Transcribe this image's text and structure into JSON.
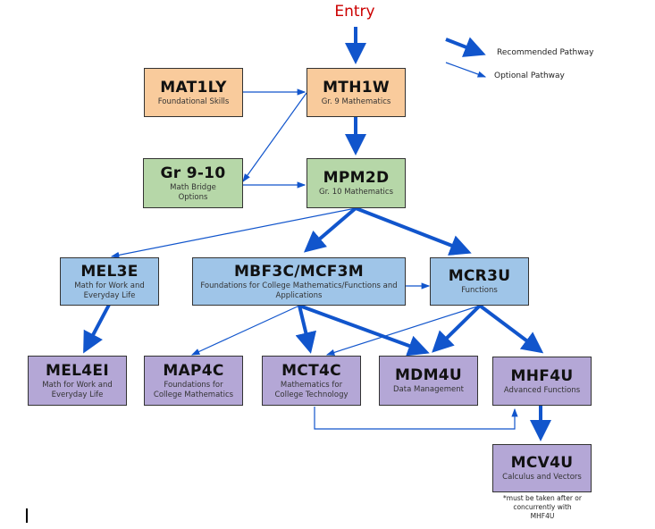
{
  "entry_label": "Entry",
  "colors": {
    "arrow": "#1155cc",
    "entry_text": "#cc0000",
    "grade9_fill": "#f9cb9c",
    "bridge_fill": "#b6d7a8",
    "grade11_fill": "#9fc5e8",
    "grade12_fill": "#b4a7d6"
  },
  "legend": {
    "recommended": "Recommended Pathway",
    "optional": "Optional Pathway"
  },
  "courses": {
    "mat1ly": {
      "code": "MAT1LY",
      "name": "Foundational Skills"
    },
    "mth1w": {
      "code": "MTH1W",
      "name": "Gr. 9 Mathematics"
    },
    "gr910": {
      "code": "Gr 9-10",
      "name_line1": "Math Bridge",
      "name_line2": "Options"
    },
    "mpm2d": {
      "code": "MPM2D",
      "name": "Gr. 10 Mathematics"
    },
    "mel3e": {
      "code": "MEL3E",
      "name_line1": "Math for Work and",
      "name_line2": "Everyday Life"
    },
    "mbf3c": {
      "code": "MBF3C/MCF3M",
      "name_line1": "Foundations for College Mathematics/Functions and",
      "name_line2": "Applications"
    },
    "mcr3u": {
      "code": "MCR3U",
      "name": "Functions"
    },
    "mel4ei": {
      "code": "MEL4EI",
      "name_line1": "Math for Work and",
      "name_line2": "Everyday Life"
    },
    "map4c": {
      "code": "MAP4C",
      "name_line1": "Foundations for",
      "name_line2": "College Mathematics"
    },
    "mct4c": {
      "code": "MCT4C",
      "name_line1": "Mathematics for",
      "name_line2": "College Technology"
    },
    "mdm4u": {
      "code": "MDM4U",
      "name": "Data Management"
    },
    "mhf4u": {
      "code": "MHF4U",
      "name": "Advanced Functions"
    },
    "mcv4u": {
      "code": "MCV4U",
      "name": "Calculus and Vectors"
    }
  },
  "note": {
    "line1": "*must be taken after or",
    "line2": "concurrently with",
    "line3": "MHF4U"
  },
  "pathways": [
    {
      "from": "entry",
      "to": "mth1w",
      "type": "recommended"
    },
    {
      "from": "mat1ly",
      "to": "mth1w",
      "type": "optional"
    },
    {
      "from": "mth1w",
      "to": "gr910",
      "type": "optional"
    },
    {
      "from": "mth1w",
      "to": "mpm2d",
      "type": "recommended"
    },
    {
      "from": "gr910",
      "to": "mpm2d",
      "type": "optional"
    },
    {
      "from": "mpm2d",
      "to": "mel3e",
      "type": "optional"
    },
    {
      "from": "mpm2d",
      "to": "mbf3c",
      "type": "recommended"
    },
    {
      "from": "mpm2d",
      "to": "mcr3u",
      "type": "recommended"
    },
    {
      "from": "mbf3c",
      "to": "mcr3u",
      "type": "optional"
    },
    {
      "from": "mel3e",
      "to": "mel4ei",
      "type": "recommended"
    },
    {
      "from": "mbf3c",
      "to": "map4c",
      "type": "optional"
    },
    {
      "from": "mbf3c",
      "to": "mct4c",
      "type": "recommended"
    },
    {
      "from": "mbf3c",
      "to": "mdm4u",
      "type": "recommended"
    },
    {
      "from": "mcr3u",
      "to": "mct4c",
      "type": "optional"
    },
    {
      "from": "mcr3u",
      "to": "mdm4u",
      "type": "recommended"
    },
    {
      "from": "mcr3u",
      "to": "mhf4u",
      "type": "recommended"
    },
    {
      "from": "mct4c",
      "to": "mhf4u",
      "type": "optional"
    },
    {
      "from": "mhf4u",
      "to": "mcv4u",
      "type": "recommended"
    }
  ]
}
